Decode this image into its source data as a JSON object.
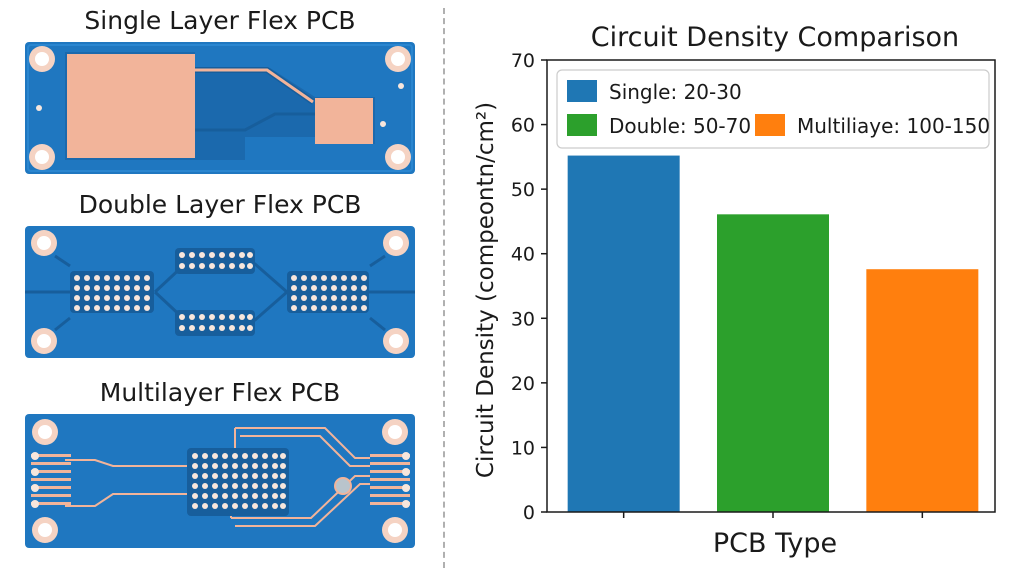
{
  "left": {
    "single_title": "Single Layer Flex PCB",
    "double_title": "Double Layer Flex PCB",
    "multi_title": "Multilayer Flex PCB"
  },
  "colors": {
    "board": "#1f77c0",
    "board_dark": "#175e9c",
    "copper": "#f2b49a",
    "pad_ring": "#f5d3c3",
    "via": "#f7e6dc",
    "component": "#b9c4cc"
  },
  "chart_data": {
    "type": "bar",
    "title": "Circuit Density Comparison",
    "xlabel": "PCB Type",
    "ylabel": "Circuit Density (compeontn/cm²)",
    "ylim": [
      0,
      70
    ],
    "yticks": [
      0,
      10,
      20,
      30,
      40,
      50,
      60,
      70
    ],
    "categories": [
      "",
      "",
      ""
    ],
    "values": [
      55.2,
      46.1,
      37.6
    ],
    "colors": [
      "#1f77b4",
      "#2ca02c",
      "#ff7f0e"
    ],
    "legend": [
      {
        "label": "Single: 20-30",
        "color": "#1f77b4"
      },
      {
        "label": "Double: 50-70",
        "color": "#2ca02c"
      },
      {
        "label": "Multiliaye: 100-150",
        "color": "#ff7f0e"
      }
    ],
    "legend_position": "top",
    "grid": false
  }
}
